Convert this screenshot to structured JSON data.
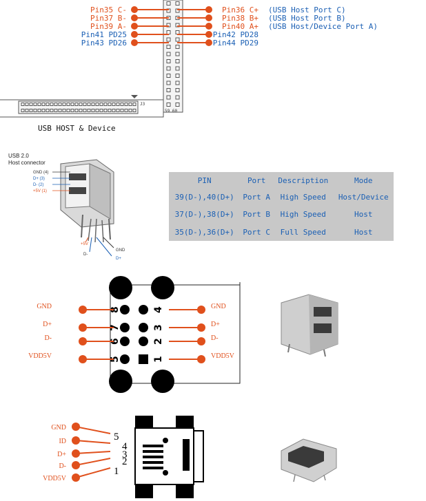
{
  "header_pins": {
    "left": [
      {
        "label": "Pin35 C-",
        "color": "#e0501c"
      },
      {
        "label": "Pin37 B-",
        "color": "#e0501c"
      },
      {
        "label": "Pin39 A-",
        "color": "#e0501c"
      },
      {
        "label": "Pin41 PD25",
        "color": "#1a5fb4"
      },
      {
        "label": "Pin43 PD26",
        "color": "#1a5fb4"
      }
    ],
    "right": [
      {
        "label": "Pin36 C+",
        "color": "#e0501c"
      },
      {
        "label": "Pin38 B+",
        "color": "#e0501c"
      },
      {
        "label": "Pin40 A+",
        "color": "#e0501c"
      },
      {
        "label": "Pin42 PD28",
        "color": "#1a5fb4"
      },
      {
        "label": "Pin44 PD29",
        "color": "#1a5fb4"
      }
    ],
    "notes": [
      "(USB Host Port C)",
      "(USB Host Port B)",
      "(USB Host/Device Port A)"
    ],
    "header_numbers": "59 60",
    "connector_label": "J3",
    "section_title": "USB HOST & Device"
  },
  "usb_connector": {
    "title_line1": "USB 2.0",
    "title_line2": "Host connector",
    "pins": [
      "GND (4)",
      "D+ (3)",
      "D- (2)",
      "+5V (1)"
    ],
    "bottom_labels": [
      "+5V",
      "D-",
      "D+",
      "GND"
    ]
  },
  "table": {
    "headers": [
      "PIN",
      "Port",
      "Description",
      "Mode"
    ],
    "rows": [
      [
        "39(D-),40(D+)",
        "Port A",
        "High Speed",
        "Host/Device"
      ],
      [
        "37(D-),38(D+)",
        "Port B",
        "High Speed",
        "Host"
      ],
      [
        "35(D-),36(D+)",
        "Port C",
        "Full Speed",
        "Host"
      ]
    ]
  },
  "dual_usb": {
    "left_labels": [
      "GND",
      "D+",
      "D-",
      "VDD5V"
    ],
    "right_labels": [
      "GND",
      "D+",
      "D-",
      "VDD5V"
    ],
    "left_numbers": [
      "8",
      "7",
      "6",
      "5"
    ],
    "right_numbers": [
      "4",
      "3",
      "2",
      "1"
    ]
  },
  "mini_usb": {
    "labels": [
      "GND",
      "ID",
      "D+",
      "D-",
      "VDD5V"
    ],
    "numbers": [
      "5",
      "4",
      "3",
      "2",
      "1"
    ]
  },
  "colors": {
    "accent_red": "#e0501c",
    "accent_blue": "#1a5fb4",
    "table_bg": "#c8c8c8"
  }
}
